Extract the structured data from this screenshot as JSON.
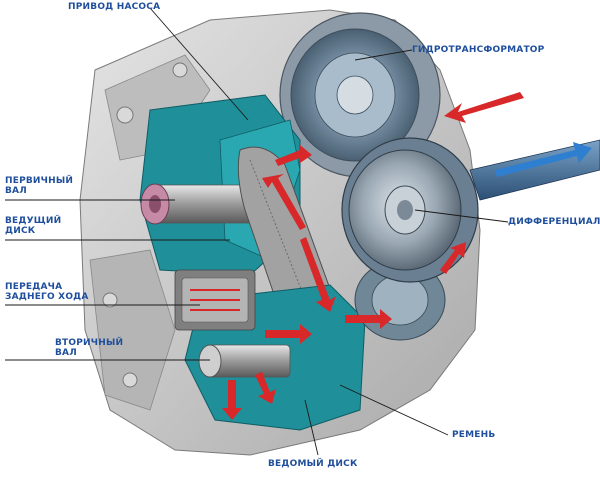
{
  "labels": {
    "pump_drive": "ПРИВОД НАСОСА",
    "torque_converter": "ГИДРОТРАНСФОРМАТОР",
    "primary_shaft": [
      "ПЕРВИЧНЫЙ",
      "ВАЛ"
    ],
    "drive_disc": [
      "ВЕДУЩИЙ",
      "ДИСК"
    ],
    "differential": "ДИФФЕРЕНЦИАЛ",
    "reverse_gear": [
      "ПЕРЕДАЧА",
      "ЗАДНЕГО ХОДА"
    ],
    "secondary_shaft": [
      "ВТОРИЧНЫЙ",
      "ВАЛ"
    ],
    "belt": "РЕМЕНЬ",
    "driven_disc": "ВЕДОМЫЙ ДИСК"
  },
  "colors": {
    "label_text": "#1f4f9c",
    "flow_arrow": "#d8282a",
    "output_arrow": "#2f7fd0",
    "casing": "#c9c9c9",
    "teal_parts": "#1f8f99"
  }
}
